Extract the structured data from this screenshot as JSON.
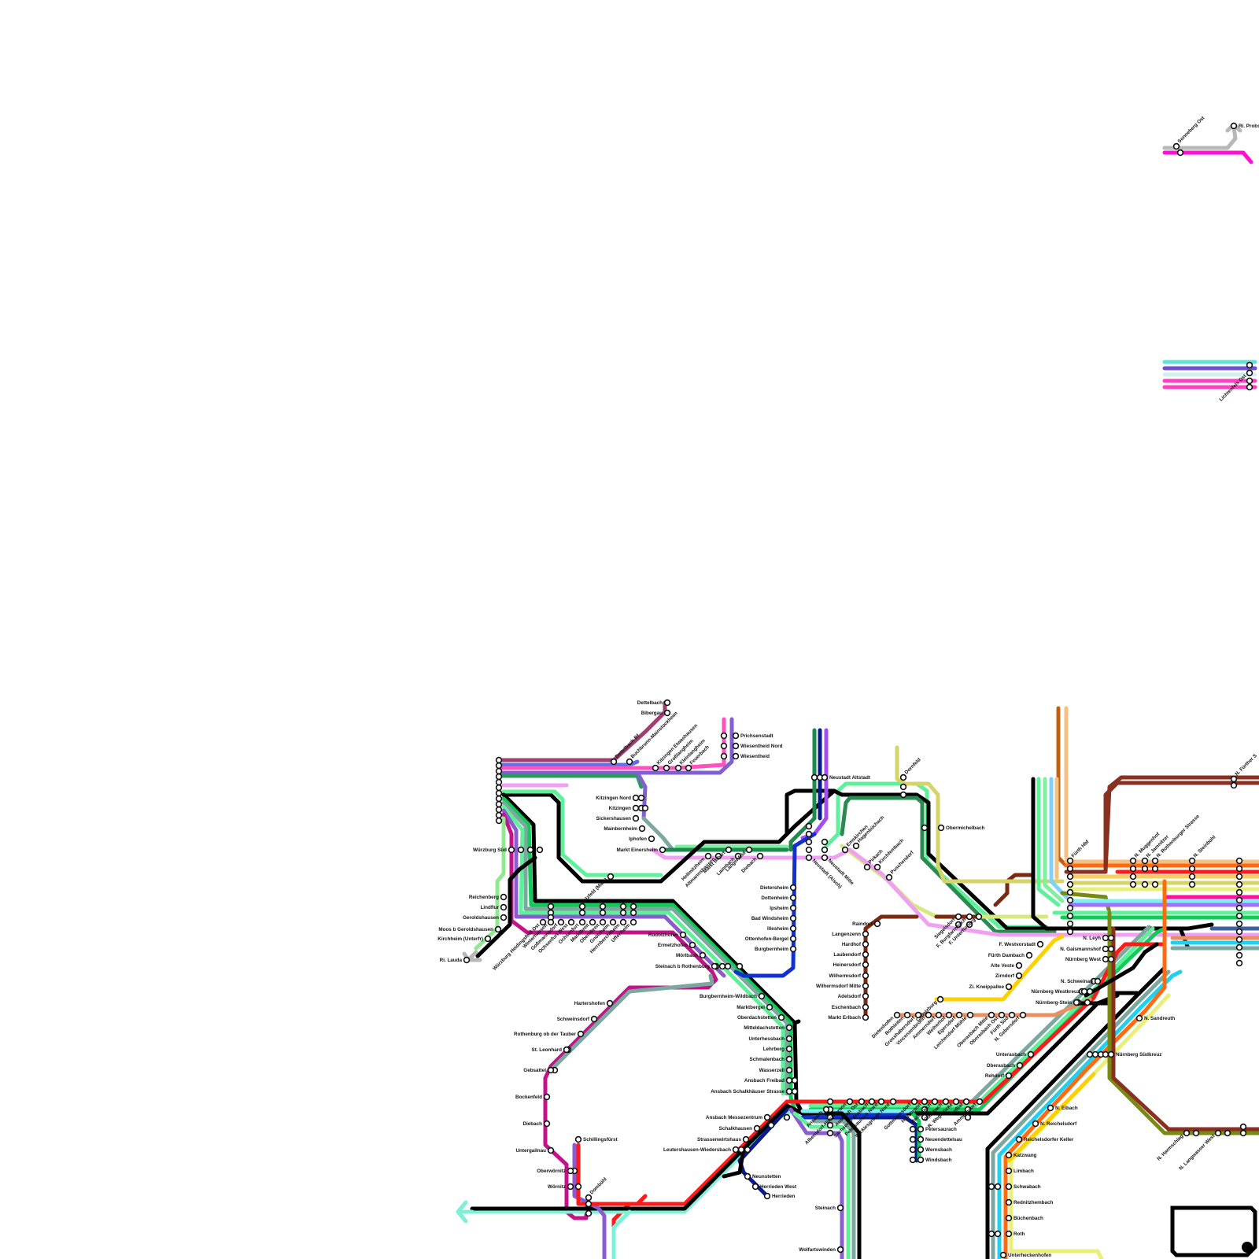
{
  "colors": {
    "black": "#000000",
    "green": "#12c95a",
    "teal": "#7da8a0",
    "mint": "#5ff09a",
    "dark_green": "#1f8a4f",
    "magenta": "#c4128a",
    "red": "#ff1a1a",
    "navy": "#0a1a8a",
    "blue": "#1030d0",
    "purple": "#8a5ccf",
    "violet": "#a44cf0",
    "pink": "#ff40c0",
    "light_pink": "#f0a0f0",
    "aqua": "#7ff0d8",
    "cyan": "#20d0f0",
    "brown": "#7a2a10",
    "dark_red": "#8a3020",
    "orange": "#ff6a10",
    "light_orange": "#f5c080",
    "yellow": "#ffd000",
    "olive": "#7a8a10",
    "khaki": "#d4d46a",
    "light_green": "#90e890",
    "grey": "#b8b8b8",
    "salmon": "#e89060",
    "lime_yellow": "#e8f07a"
  },
  "stations": [
    {
      "id": "dettelbach",
      "name": "Dettelbach"
    },
    {
      "id": "bibergau",
      "name": "Bibergau"
    },
    {
      "id": "dettelbach_bf",
      "name": "Dettelbach Bf"
    },
    {
      "id": "buchbrunn",
      "name": "Buchbrunn-Mainstockheim"
    },
    {
      "id": "kitzingen_etwashausen",
      "name": "Kitzingen Etwashausen"
    },
    {
      "id": "grosslangheim",
      "name": "Großlangheim"
    },
    {
      "id": "kleinlangheim",
      "name": "Kleinlangheim"
    },
    {
      "id": "feuerbach",
      "name": "Feuerbach"
    },
    {
      "id": "prichsenstadt",
      "name": "Prichsenstadt"
    },
    {
      "id": "wiesentheid_nord",
      "name": "Wiesentheid Nord"
    },
    {
      "id": "wiesentheid",
      "name": "Wiesentheid"
    },
    {
      "id": "kitzingen_nord",
      "name": "Kitzingen Nord"
    },
    {
      "id": "kitzingen",
      "name": "Kitzingen"
    },
    {
      "id": "sickershausen",
      "name": "Sickershausen"
    },
    {
      "id": "mainbernheim",
      "name": "Mainbernheim"
    },
    {
      "id": "iphofen",
      "name": "Iphofen"
    },
    {
      "id": "markt_einersheim",
      "name": "Markt Einersheim"
    },
    {
      "id": "suelzfeld",
      "name": "Sulzfeld (Main)"
    },
    {
      "id": "wuerzburg_sued",
      "name": "Würzburg Süd"
    },
    {
      "id": "reichenberg",
      "name": "Reichenberg"
    },
    {
      "id": "lindflur",
      "name": "Lindflur"
    },
    {
      "id": "geroldshausen",
      "name": "Geroldshausen"
    },
    {
      "id": "moos",
      "name": "Moos b Geroldshausen"
    },
    {
      "id": "kirchheim",
      "name": "Kirchheim (Unterfr)"
    },
    {
      "id": "ri_lauda",
      "name": "Ri. Lauda"
    },
    {
      "id": "wuerzburg_heidingsfeld",
      "name": "Würzburg Heidingsfeld Ost"
    },
    {
      "id": "winterhausen",
      "name": "Winterhausen"
    },
    {
      "id": "gossmannsdorf",
      "name": "Goßmannsdorf"
    },
    {
      "id": "ochsenfurt_west",
      "name": "Ochsenfurt West"
    },
    {
      "id": "ochsenfurt",
      "name": "Ochsenfurt"
    },
    {
      "id": "marktbreit",
      "name": "Marktbreit"
    },
    {
      "id": "obernbreit",
      "name": "Obernbreit"
    },
    {
      "id": "gnoetzheim",
      "name": "Gnötzheim"
    },
    {
      "id": "herrnberchtheim",
      "name": "Herrnberchtheim"
    },
    {
      "id": "uffenheim",
      "name": "Uffenheim"
    },
    {
      "id": "rudolzhofen",
      "name": "Rudolzhofen"
    },
    {
      "id": "ermetzhofen",
      "name": "Ermetzhofen"
    },
    {
      "id": "moerlbach",
      "name": "Mörlbach"
    },
    {
      "id": "steinach",
      "name": "Steinach b Rothenburg"
    },
    {
      "id": "hartershofen",
      "name": "Hartershofen"
    },
    {
      "id": "schweinsdorf",
      "name": "Schweinsdorf"
    },
    {
      "id": "rothenburg",
      "name": "Rothenburg ob der Tauber"
    },
    {
      "id": "st_leonhard",
      "name": "St. Leonhard"
    },
    {
      "id": "gebsattel",
      "name": "Gebsattel"
    },
    {
      "id": "bockenfeld",
      "name": "Bockenfeld"
    },
    {
      "id": "diebach",
      "name": "Diebach"
    },
    {
      "id": "untergailnau",
      "name": "Untergailnau"
    },
    {
      "id": "schillingsfuerst",
      "name": "Schillingsfürst"
    },
    {
      "id": "oberwoernitz",
      "name": "Oberwörnitz"
    },
    {
      "id": "woernitz",
      "name": "Wörnitz"
    },
    {
      "id": "dombuehl",
      "name": "Dombühl"
    },
    {
      "id": "helmitzheim",
      "name": "Hellmitzheim"
    },
    {
      "id": "altmannshausen",
      "name": "Altmannshausen"
    },
    {
      "id": "markt_bibart",
      "name": "Markt Bibart"
    },
    {
      "id": "laimbach",
      "name": "Laimbach"
    },
    {
      "id": "langenfeld",
      "name": "Langenfeld"
    },
    {
      "id": "diebach2",
      "name": "Diebach"
    },
    {
      "id": "neustadt_altstadt",
      "name": "Neustadt Altstadt"
    },
    {
      "id": "neustadt_aisch",
      "name": "Neustadt (Aisch)"
    },
    {
      "id": "neustadt_mitte",
      "name": "Neustadt Mitte"
    },
    {
      "id": "emskirchen",
      "name": "Emskirchen"
    },
    {
      "id": "hagenbuechach",
      "name": "Hagenbüchach"
    },
    {
      "id": "pirkach",
      "name": "Pirkach"
    },
    {
      "id": "kirchfembach",
      "name": "Kirchfembach"
    },
    {
      "id": "puschendorf",
      "name": "Puschendorf"
    },
    {
      "id": "dornfeld",
      "name": "Dornfeld"
    },
    {
      "id": "obermichelbach",
      "name": "Obermichelbach"
    },
    {
      "id": "dietersheim",
      "name": "Dietersheim"
    },
    {
      "id": "dottenheim",
      "name": "Dottenheim"
    },
    {
      "id": "ipsheim",
      "name": "Ipsheim"
    },
    {
      "id": "bad_windsheim",
      "name": "Bad Windsheim"
    },
    {
      "id": "illesheim",
      "name": "Illesheim"
    },
    {
      "id": "ottenhofen",
      "name": "Ottenhofen-Bergel"
    },
    {
      "id": "burgbernheim",
      "name": "Burgbernheim"
    },
    {
      "id": "burgbernheim_wildbad",
      "name": "Burgbernheim-Wildbach"
    },
    {
      "id": "marktbergel",
      "name": "Marktbergel"
    },
    {
      "id": "oberdachstetten",
      "name": "Oberdachstetten"
    },
    {
      "id": "mitteldachstetten",
      "name": "Mitteldachstetten"
    },
    {
      "id": "unterhessbach",
      "name": "Unterhessbach"
    },
    {
      "id": "lehrberg",
      "name": "Lehrberg"
    },
    {
      "id": "schmalenbach",
      "name": "Schmalenbach"
    },
    {
      "id": "wasserzell",
      "name": "Wasserzell"
    },
    {
      "id": "ansbach_freibad",
      "name": "Ansbach Freibad"
    },
    {
      "id": "ansbach_schalkhaeuser",
      "name": "Ansbach Schalkhäuser Strasse"
    },
    {
      "id": "ansbach_messe",
      "name": "Ansbach Messezentrum"
    },
    {
      "id": "schalkhausen",
      "name": "Schalkhausen"
    },
    {
      "id": "strassenwirtshaus",
      "name": "Strassenwirtshaus"
    },
    {
      "id": "leutershausen",
      "name": "Leutershausen-Wiedersbach"
    },
    {
      "id": "neunstetten",
      "name": "Neunstetten"
    },
    {
      "id": "herrieden_west",
      "name": "Herrieden West"
    },
    {
      "id": "herrieden",
      "name": "Herrieden"
    },
    {
      "id": "ansbach",
      "name": "Ansbach"
    },
    {
      "id": "steinach2",
      "name": "Steinach"
    },
    {
      "id": "wolfartswinden",
      "name": "Wolfartswinden"
    },
    {
      "id": "raindorf",
      "name": "Raindorf"
    },
    {
      "id": "langenzenn",
      "name": "Langenzenn"
    },
    {
      "id": "hardhof",
      "name": "Hardhof"
    },
    {
      "id": "laubendorf",
      "name": "Laubendorf"
    },
    {
      "id": "heinersdorf",
      "name": "Heinersdorf"
    },
    {
      "id": "wilhermsdorf",
      "name": "Wilhermsdorf"
    },
    {
      "id": "wilhermsdorf_mitte",
      "name": "Wilhermsdorf Mitte"
    },
    {
      "id": "adelsdorf",
      "name": "Adelsdorf"
    },
    {
      "id": "eschenbach",
      "name": "Eschenbach"
    },
    {
      "id": "markt_erlbach",
      "name": "Markt Erlbach"
    },
    {
      "id": "petersaurach",
      "name": "Petersaurach"
    },
    {
      "id": "neuendettelsau",
      "name": "Neuendettelsau"
    },
    {
      "id": "wernsbach",
      "name": "Wernsbach"
    },
    {
      "id": "windsbach",
      "name": "Windsbach"
    },
    {
      "id": "fuerth_hbf",
      "name": "Fürth Hbf"
    },
    {
      "id": "f_westvorstadt",
      "name": "F. Westvorstadt"
    },
    {
      "id": "fuerth_dambach",
      "name": "Fürth Dambach"
    },
    {
      "id": "alte_veste",
      "name": "Alte Veste"
    },
    {
      "id": "zirndorf",
      "name": "Zirndorf"
    },
    {
      "id": "zi_kneippallee",
      "name": "Zi. Kneippallee"
    },
    {
      "id": "n_leyh",
      "name": "N. Leyh"
    },
    {
      "id": "n_gaismannshof",
      "name": "N. Gaismannshof"
    },
    {
      "id": "nuernberg_west",
      "name": "Nürnberg West"
    },
    {
      "id": "n_schweinau",
      "name": "N. Schweinau"
    },
    {
      "id": "nuernberg_westkreuz",
      "name": "Nürnberg Westkreuz"
    },
    {
      "id": "nuernberg_stein",
      "name": "Nürnberg-Stein"
    },
    {
      "id": "n_sandreuth",
      "name": "N. Sandreuth"
    },
    {
      "id": "nuernberg_suedkreuz",
      "name": "Nürnberg Südkreuz"
    },
    {
      "id": "unterasbach",
      "name": "Unterasbach"
    },
    {
      "id": "oberasbach",
      "name": "Oberasbach"
    },
    {
      "id": "rehdorf",
      "name": "Rehdorf"
    },
    {
      "id": "n_eibach",
      "name": "N. Eibach"
    },
    {
      "id": "n_reichelsdorf",
      "name": "N. Reichelsdorf"
    },
    {
      "id": "reichelsdorfer_keller",
      "name": "Reichelsdorfer Keller"
    },
    {
      "id": "katzwang",
      "name": "Katzwang"
    },
    {
      "id": "limbach",
      "name": "Limbach"
    },
    {
      "id": "schwabach",
      "name": "Schwabach"
    },
    {
      "id": "rednitzhembach",
      "name": "Rednitzhembach"
    },
    {
      "id": "buechenbach",
      "name": "Büchenbach"
    },
    {
      "id": "roth",
      "name": "Roth"
    },
    {
      "id": "unterheckenhofen",
      "name": "Unterheckenhofen"
    },
    {
      "id": "n_harmsschlag",
      "name": "N. Harmschlag"
    },
    {
      "id": "n_langwasser_west",
      "name": "N. Langwasser West"
    },
    {
      "id": "n_fuerther_str",
      "name": "N. Fürther S"
    },
    {
      "id": "n_steinbuehl",
      "name": "N. Steinbühl"
    },
    {
      "id": "n_muggenhof",
      "name": "N. Muggenhof"
    },
    {
      "id": "n_jamnitzer",
      "name": "N. Jamnitzer"
    },
    {
      "id": "n_rothenburger",
      "name": "N. Rothenburger Strasse"
    },
    {
      "id": "sonneberg_ost",
      "name": "Sonneberg Ost"
    },
    {
      "id": "ri_probs",
      "name": "Ri. Probs"
    },
    {
      "id": "lichtenfels_ost",
      "name": "Lichtenfels Ost"
    },
    {
      "id": "dietenhofen",
      "name": "Dietenhofen"
    },
    {
      "id": "rothleiten",
      "name": "Rothleiten"
    },
    {
      "id": "grosshabersdorf",
      "name": "Grosshabersdorf"
    },
    {
      "id": "vincenzenbronn",
      "name": "Vincenzenbronn"
    },
    {
      "id": "ammerndorf",
      "name": "Ammerndorf"
    },
    {
      "id": "weiherhof",
      "name": "Weiherhof"
    },
    {
      "id": "egersdorf",
      "name": "Egersdorf"
    },
    {
      "id": "cadolzburg",
      "name": "Cadolzburg"
    },
    {
      "id": "n_gebersdorf",
      "name": "N. Gebersdorf"
    },
    {
      "id": "fuerth_sued",
      "name": "Fürth Süd"
    },
    {
      "id": "oberasbach_ost",
      "name": "Oberasbach Ost"
    },
    {
      "id": "oberasbach_mitte",
      "name": "Oberasbach Mitte"
    },
    {
      "id": "leichendorf",
      "name": "Leichendorf Mühle"
    },
    {
      "id": "r_wegbruecke",
      "name": "R. Wegbrücke"
    },
    {
      "id": "rosstal",
      "name": "Roßtal"
    },
    {
      "id": "clarsbach",
      "name": "Clarsbach"
    },
    {
      "id": "raitersaich",
      "name": "Raitersaich"
    },
    {
      "id": "heilsbronn",
      "name": "Heilsbronn"
    },
    {
      "id": "gottmannsdorf",
      "name": "Gottmannsdorf"
    },
    {
      "id": "wicklesgreuth",
      "name": "Wicklesgreuth Nord"
    },
    {
      "id": "petersaurach_nord",
      "name": "Petersaurach Nord"
    },
    {
      "id": "sachsen",
      "name": "Sachsen b Ansbach"
    },
    {
      "id": "ansbach_ost",
      "name": "Ansbach Ost"
    },
    {
      "id": "alberndorf",
      "name": "Alberndorf-Hirschbronn"
    },
    {
      "id": "ammerndorf2",
      "name": "Ammerndorf"
    },
    {
      "id": "siegelsdorf",
      "name": "Siegelsdorf"
    },
    {
      "id": "f_burgfarrnbach",
      "name": "F. Burgfarrnbach"
    },
    {
      "id": "f_unterfuerberg",
      "name": "F. Unterfürberg"
    }
  ]
}
